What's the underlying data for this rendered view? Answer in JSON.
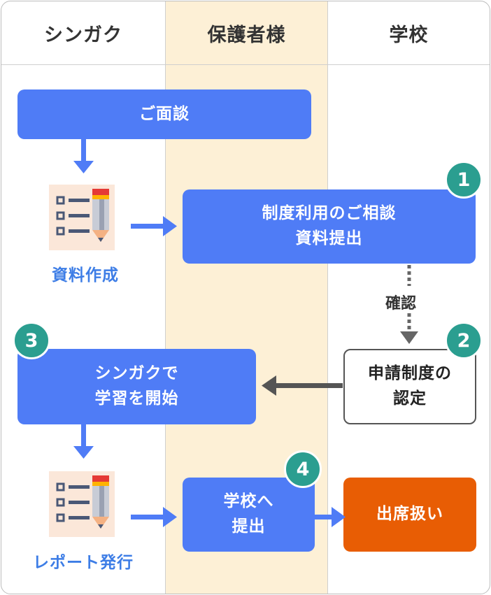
{
  "columns": [
    "シンガク",
    "保護者様",
    "学校"
  ],
  "steps": {
    "interview": "ご面談",
    "create_docs": "資料作成",
    "consult_submit": "制度利用のご相談\n資料提出",
    "confirm": "確認",
    "certify": "申請制度の\n認定",
    "start_learning": "シンガクで\n学習を開始",
    "issue_report": "レポート発行",
    "submit_school": "学校へ\n提出",
    "attendance": "出席扱い"
  },
  "badges": [
    "1",
    "2",
    "3",
    "4"
  ],
  "colors": {
    "blue": "#4f7cf6",
    "teal": "#2b9e90",
    "orange": "#e85d04",
    "cream": "#fdf0d6"
  },
  "icons": [
    "checklist-pencil-icon",
    "checklist-pencil-icon"
  ]
}
